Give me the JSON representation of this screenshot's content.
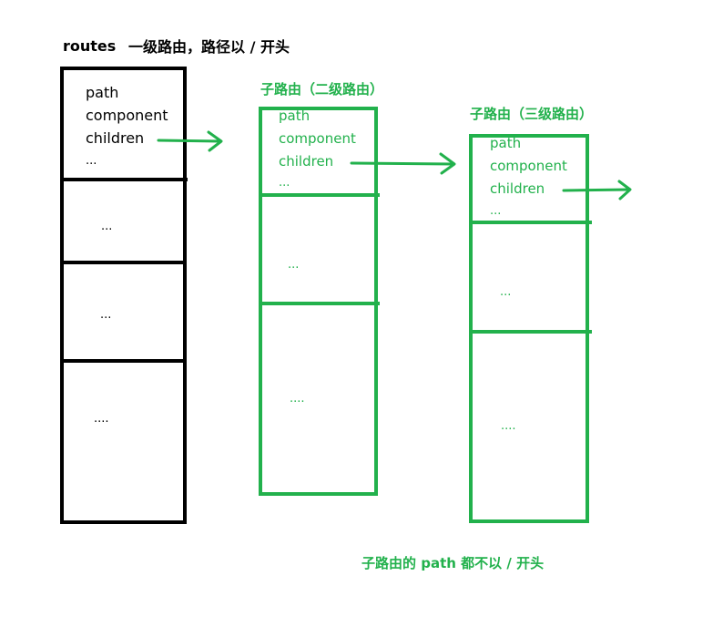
{
  "header": {
    "routes_label": "routes",
    "first_level_note": "一级路由，路径以 / 开头"
  },
  "level1": {
    "fields": [
      "path",
      "component",
      "children",
      "..."
    ],
    "sections": [
      "...",
      "...",
      "...."
    ]
  },
  "level2": {
    "title": "子路由（二级路由）",
    "fields": [
      "path",
      "component",
      "children",
      "..."
    ],
    "sections": [
      "...",
      "...."
    ]
  },
  "level3": {
    "title": "子路由（三级路由）",
    "fields": [
      "path",
      "component",
      "children",
      "..."
    ],
    "sections": [
      "...",
      "...."
    ]
  },
  "footer_note": "子路由的 path 都不以 / 开头",
  "colors": {
    "level1": "#000000",
    "nested": "#22b14c"
  }
}
